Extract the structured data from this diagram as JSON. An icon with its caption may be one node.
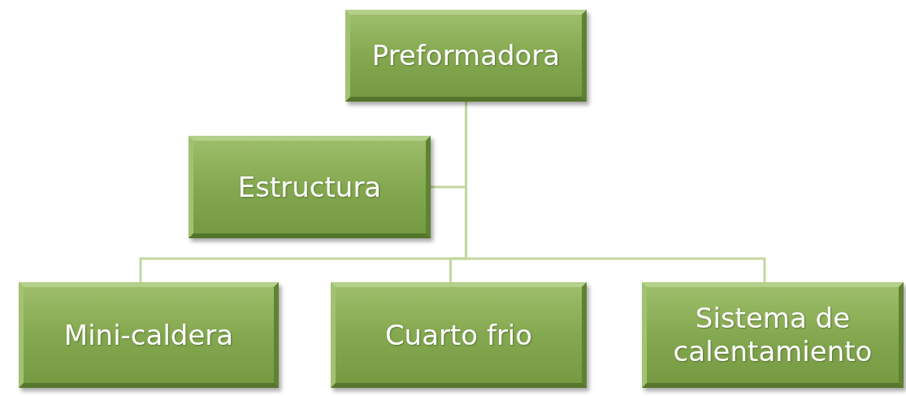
{
  "diagram": {
    "nodes": [
      {
        "text": [
          "Preformadora"
        ]
      },
      {
        "text": [
          "Estructura"
        ]
      },
      {
        "text": [
          "Mini-caldera"
        ]
      },
      {
        "text": [
          "Cuarto frio"
        ]
      },
      {
        "text": [
          "Sistema de calentamiento"
        ]
      }
    ],
    "edges": [
      {
        "from": 0,
        "to": 1,
        "arrow": "none"
      },
      {
        "from": 0,
        "to": 2,
        "arrow": "none"
      },
      {
        "from": 0,
        "to": 3,
        "arrow": "none"
      },
      {
        "from": 0,
        "to": 4,
        "arrow": "none"
      }
    ]
  }
}
